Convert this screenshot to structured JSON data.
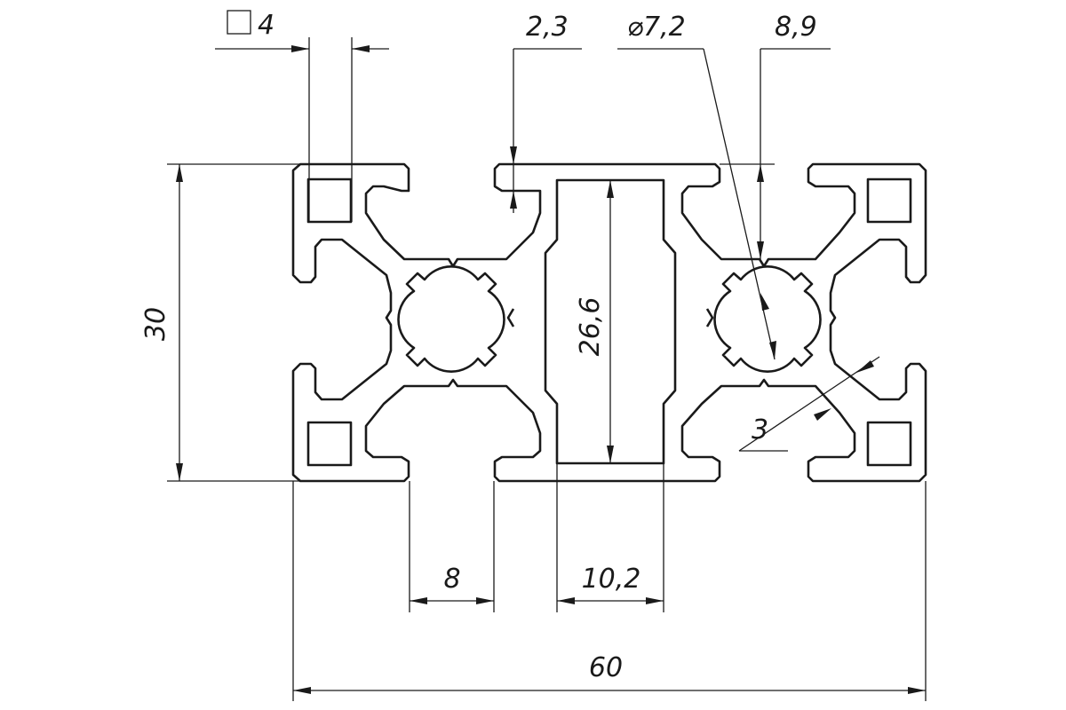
{
  "drawing": {
    "square_symbol": "□",
    "dimensions": {
      "square_slot": "4",
      "wall_thickness": "2,3",
      "bore_diameter": "⌀7,2",
      "slot_depth": "8,9",
      "height": "30",
      "inner_cavity": "26,6",
      "web_thickness": "3",
      "slot_width": "8",
      "cavity_width": "10,2",
      "width": "60"
    }
  }
}
